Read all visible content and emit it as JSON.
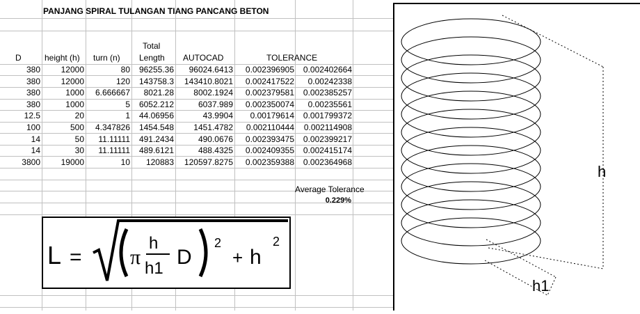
{
  "sheet": {
    "title": "PANJANG SPIRAL TULANGAN TIANG PANCANG BETON",
    "headers": {
      "d": "D",
      "height": "height (h)",
      "turn": "turn (n)",
      "total_1": "Total",
      "total_2": "Length",
      "autocad": "AUTOCAD",
      "tolerance": "TOLERANCE"
    },
    "rows": [
      [
        "380",
        "12000",
        "80",
        "96255.36",
        "96024.6413",
        "0.002396905",
        "0.002402664"
      ],
      [
        "380",
        "12000",
        "120",
        "143758.3",
        "143410.8021",
        "0.002417522",
        "0.00242338"
      ],
      [
        "380",
        "1000",
        "6.666667",
        "8021.28",
        "8002.1924",
        "0.002379581",
        "0.002385257"
      ],
      [
        "380",
        "1000",
        "5",
        "6052.212",
        "6037.989",
        "0.002350074",
        "0.00235561"
      ],
      [
        "12.5",
        "20",
        "1",
        "44.06956",
        "43.9904",
        "0.00179614",
        "0.001799372"
      ],
      [
        "100",
        "500",
        "4.347826",
        "1454.548",
        "1451.4782",
        "0.002110444",
        "0.002114908"
      ],
      [
        "14",
        "50",
        "11.11111",
        "491.2434",
        "490.0676",
        "0.002393475",
        "0.002399217"
      ],
      [
        "14",
        "30",
        "11.11111",
        "489.6121",
        "488.4325",
        "0.002409355",
        "0.002415174"
      ],
      [
        "3800",
        "19000",
        "10",
        "120883",
        "120597.8275",
        "0.002359388",
        "0.002364968"
      ]
    ],
    "avg_label": "Average Tolerance",
    "avg_value": "0.229%"
  },
  "formula": {
    "lhs": "L",
    "eq": "=",
    "pi": "π",
    "num": "h",
    "den": "h1",
    "var_d": "D",
    "exp": "2",
    "plus": "+",
    "var_h": "h"
  },
  "drawing": {
    "label_h": "h",
    "label_h1": "h1"
  }
}
